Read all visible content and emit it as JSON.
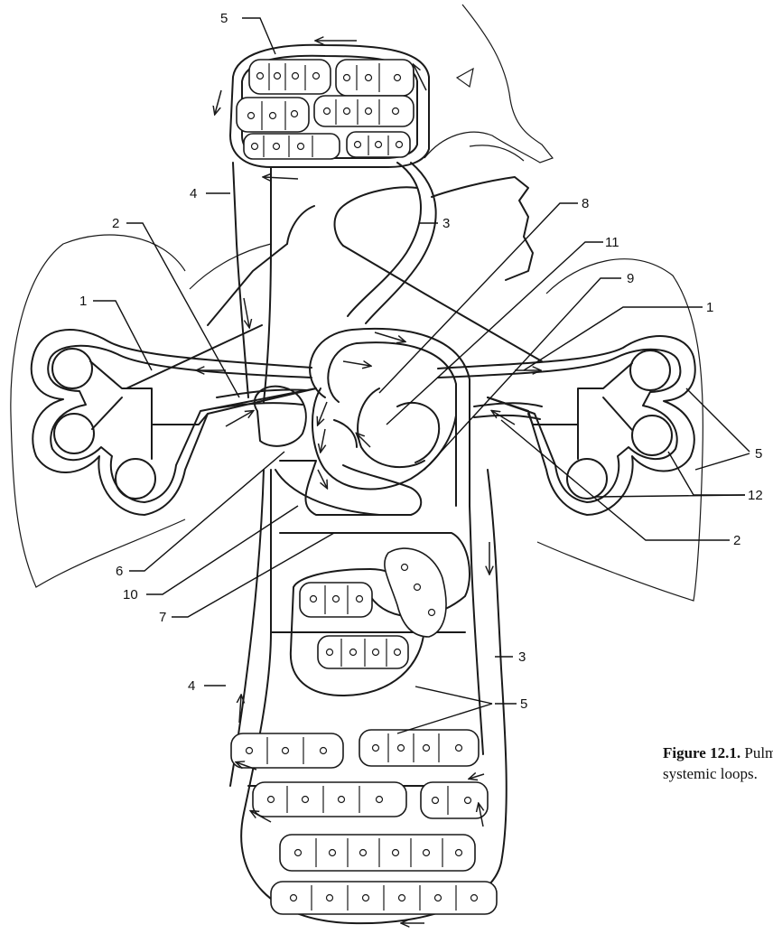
{
  "labels": {
    "l1a": "1",
    "l1b": "1",
    "l2a": "2",
    "l2b": "2",
    "l3a": "3",
    "l3b": "3",
    "l4a": "4",
    "l4b": "4",
    "l5a": "5",
    "l5b": "5",
    "l5c": "5",
    "l6": "6",
    "l7": "7",
    "l8": "8",
    "l9": "9",
    "l10": "10",
    "l11": "11",
    "l12": "12"
  },
  "caption": {
    "figure_number": "Figure 12.1.",
    "line1_rest": "Pulmonary",
    "line2": "systemic loops."
  }
}
